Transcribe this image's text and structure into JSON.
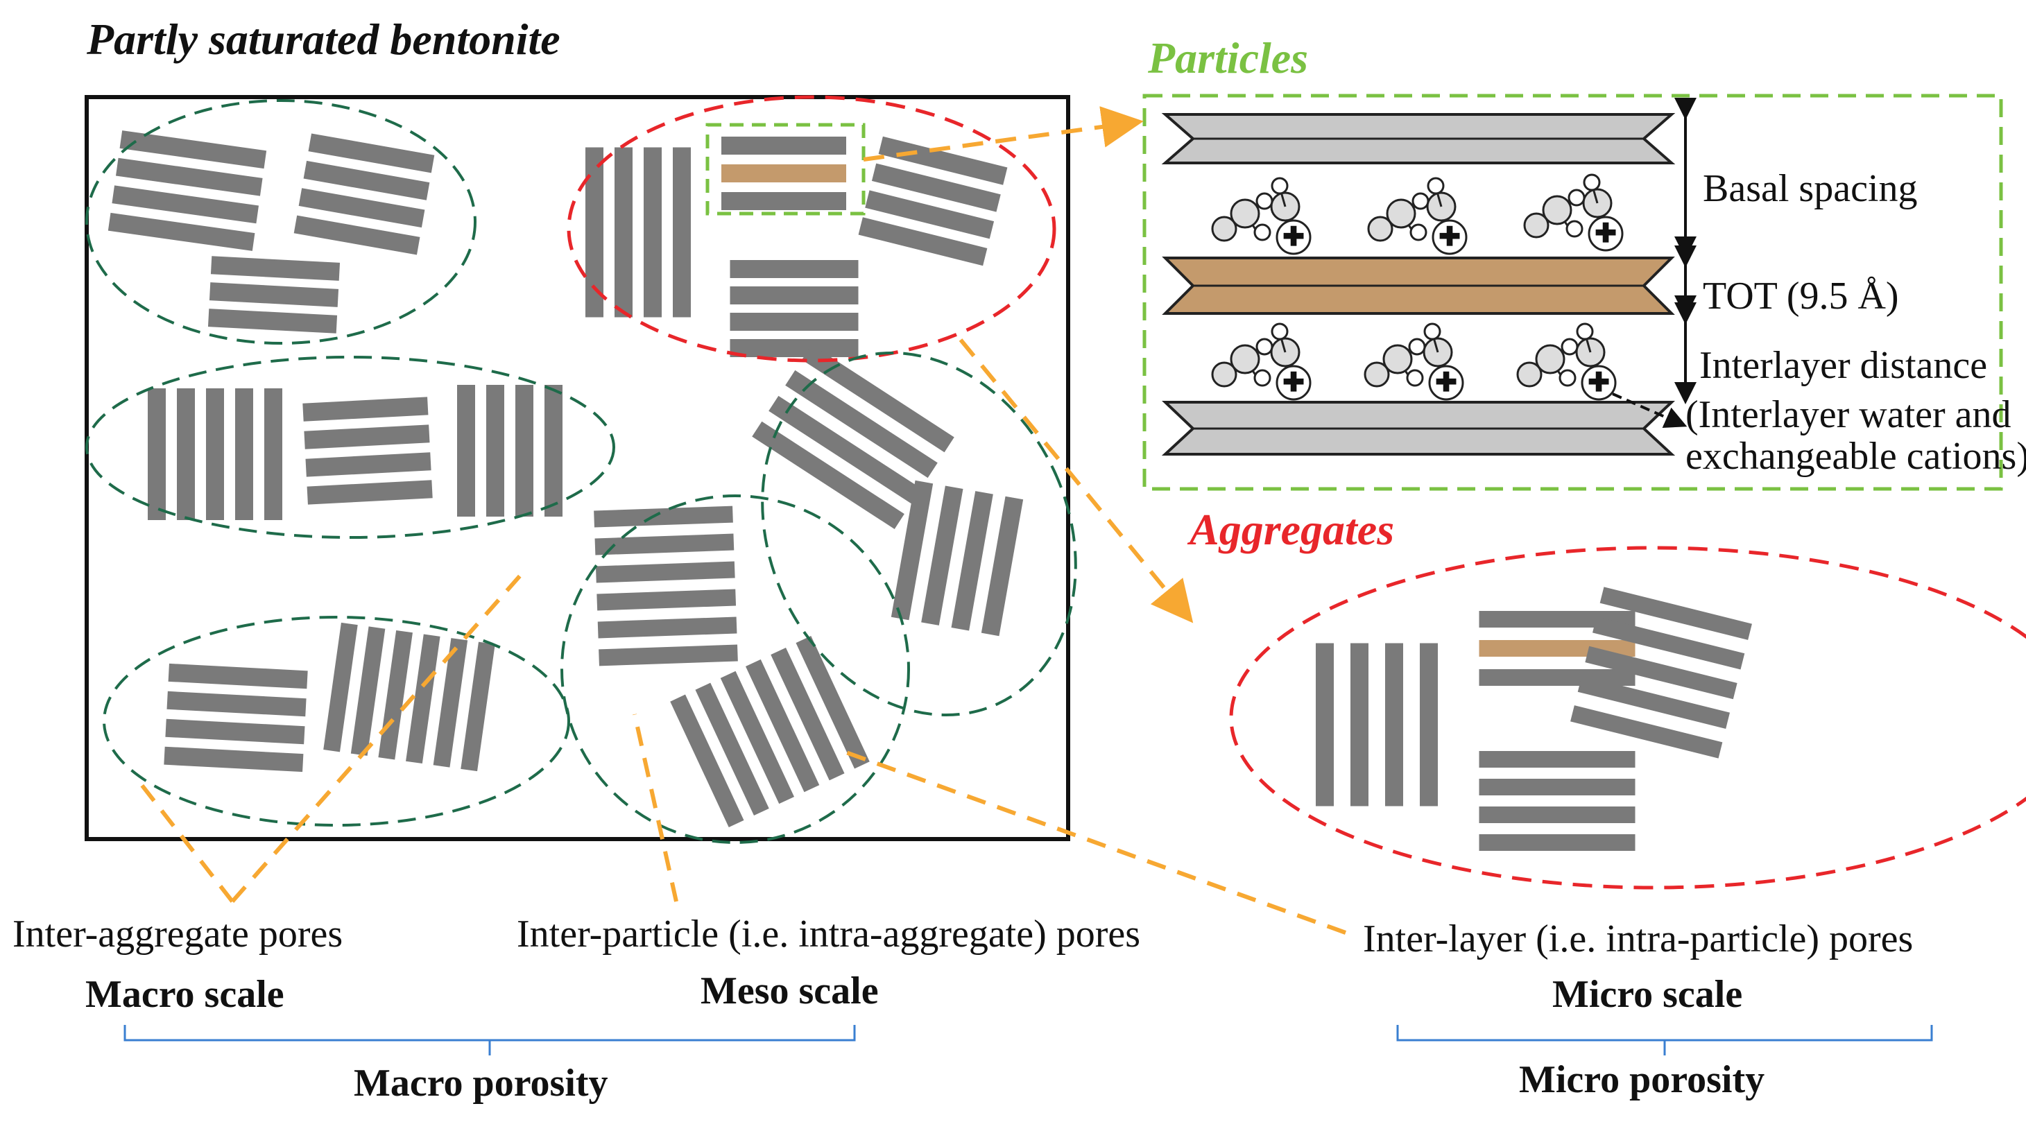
{
  "title": "Partly saturated bentonite",
  "particles_title": "Particles",
  "aggregates_title": "Aggregates",
  "particle_labels": {
    "basal_spacing": "Basal spacing",
    "tot": "TOT (9.5 Å)",
    "interlayer_distance": "Interlayer distance",
    "interlayer_note_line1": "(Interlayer water and",
    "interlayer_note_line2": "exchangeable cations)"
  },
  "pores": {
    "inter_aggregate": "Inter-aggregate pores",
    "inter_particle": "Inter-particle (i.e. intra-aggregate) pores",
    "inter_layer": "Inter-layer (i.e. intra-particle) pores"
  },
  "scales": {
    "macro": "Macro scale",
    "meso": "Meso scale",
    "micro": "Micro scale"
  },
  "porosity": {
    "macro": "Macro porosity",
    "micro": "Micro porosity"
  },
  "colors": {
    "plate_gray": "#7a7a7a",
    "plate_brown": "#c49a6c",
    "sheet_light": "#c8c8c8",
    "green_dash_dark": "#1e6b4a",
    "green_dash_light": "#7ac142",
    "red_dash": "#e8262a",
    "orange_arrow": "#f7a832",
    "particles_title": "#7ac142",
    "aggregates_title": "#e8262a",
    "bracket_blue": "#3a7fd1"
  }
}
